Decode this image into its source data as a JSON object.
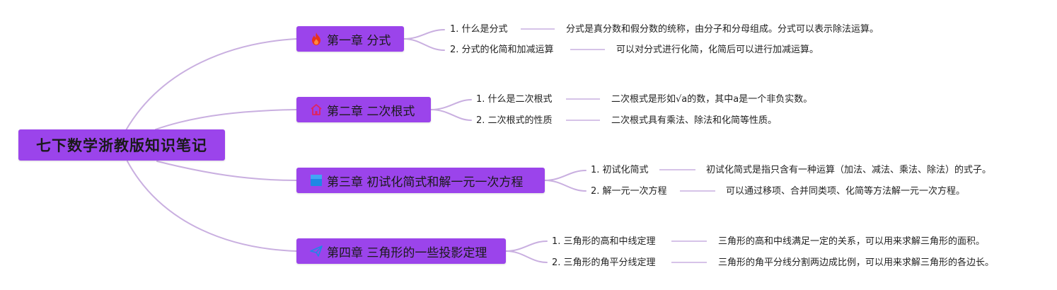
{
  "title": "七下数学浙教版知识笔记",
  "colors": {
    "node": "#9b44eb",
    "line": "#c9afe0",
    "text": "#222222"
  },
  "chapters": [
    {
      "label": "第一章 分式",
      "icon": "fire-icon",
      "items": [
        {
          "label": "1. 什么是分式",
          "desc": "分式是真分数和假分数的统称，由分子和分母组成。分式可以表示除法运算。"
        },
        {
          "label": "2. 分式的化简和加减运算",
          "desc": "可以对分式进行化简，化简后可以进行加减运算。"
        }
      ]
    },
    {
      "label": "第二章 二次根式",
      "icon": "home-icon",
      "items": [
        {
          "label": "1. 什么是二次根式",
          "desc": "二次根式是形如√a的数，其中a是一个非负实数。"
        },
        {
          "label": "2. 二次根式的性质",
          "desc": "二次根式具有乘法、除法和化简等性质。"
        }
      ]
    },
    {
      "label": "第三章 初试化简式和解一元一次方程",
      "icon": "blue-square-icon",
      "items": [
        {
          "label": "1. 初试化简式",
          "desc": "初试化简式是指只含有一种运算（加法、减法、乘法、除法）的式子。"
        },
        {
          "label": "2. 解一元一次方程",
          "desc": "可以通过移项、合并同类项、化简等方法解一元一次方程。"
        }
      ]
    },
    {
      "label": "第四章 三角形的一些投影定理",
      "icon": "paper-plane-icon",
      "items": [
        {
          "label": "1. 三角形的高和中线定理",
          "desc": "三角形的高和中线满足一定的关系，可以用来求解三角形的面积。"
        },
        {
          "label": "2. 三角形的角平分线定理",
          "desc": "三角形的角平分线分割两边成比例，可以用来求解三角形的各边长。"
        }
      ]
    }
  ]
}
